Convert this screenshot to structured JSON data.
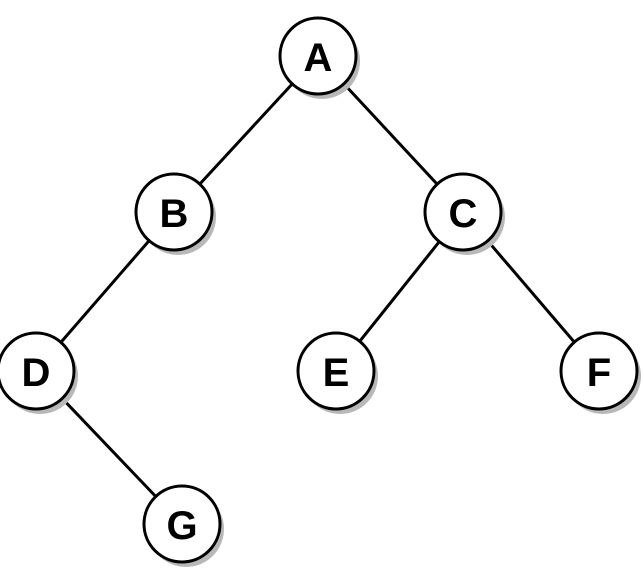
{
  "diagram": {
    "type": "binary-tree",
    "nodes": [
      {
        "id": "A",
        "label": "A"
      },
      {
        "id": "B",
        "label": "B"
      },
      {
        "id": "C",
        "label": "C"
      },
      {
        "id": "D",
        "label": "D"
      },
      {
        "id": "E",
        "label": "E"
      },
      {
        "id": "F",
        "label": "F"
      },
      {
        "id": "G",
        "label": "G"
      }
    ],
    "edges": [
      {
        "from": "A",
        "to": "B"
      },
      {
        "from": "A",
        "to": "C"
      },
      {
        "from": "B",
        "to": "D"
      },
      {
        "from": "C",
        "to": "E"
      },
      {
        "from": "C",
        "to": "F"
      },
      {
        "from": "D",
        "to": "G"
      }
    ],
    "colors": {
      "line": "#000000",
      "node_fill": "#ffffff",
      "node_shadow": "#b8b8b8",
      "text": "#000000"
    }
  }
}
